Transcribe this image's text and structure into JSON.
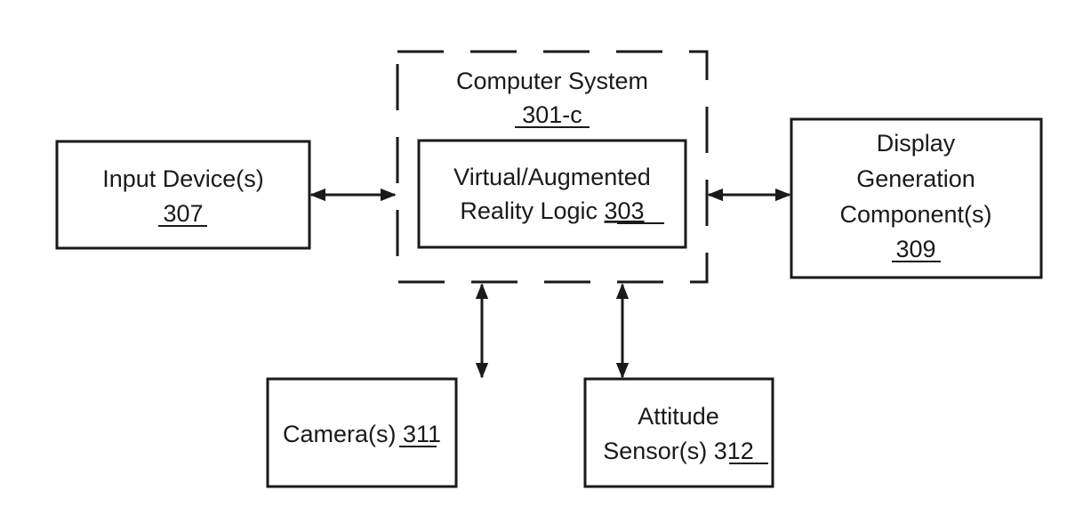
{
  "diagram": {
    "computer_system": {
      "label": "Computer System",
      "ref": "301-c",
      "inner": {
        "label_line1": "Virtual/Augmented",
        "label_line2": "Reality Logic ",
        "ref": "303"
      }
    },
    "input_device": {
      "label": "Input Device(s)",
      "ref": "307"
    },
    "display_generation": {
      "label_line1": "Display",
      "label_line2": "Generation",
      "label_line3": "Component(s)",
      "ref": "309"
    },
    "camera": {
      "label": "Camera(s) ",
      "ref": "311"
    },
    "attitude_sensor": {
      "label_line1": "Attitude",
      "label_line2": "Sensor(s) ",
      "ref": "312"
    },
    "connections": [
      {
        "from": "input_device",
        "to": "computer_system",
        "type": "bidirectional"
      },
      {
        "from": "computer_system",
        "to": "display_generation",
        "type": "bidirectional"
      },
      {
        "from": "computer_system",
        "to": "camera",
        "type": "bidirectional"
      },
      {
        "from": "computer_system",
        "to": "attitude_sensor",
        "type": "bidirectional"
      }
    ]
  }
}
